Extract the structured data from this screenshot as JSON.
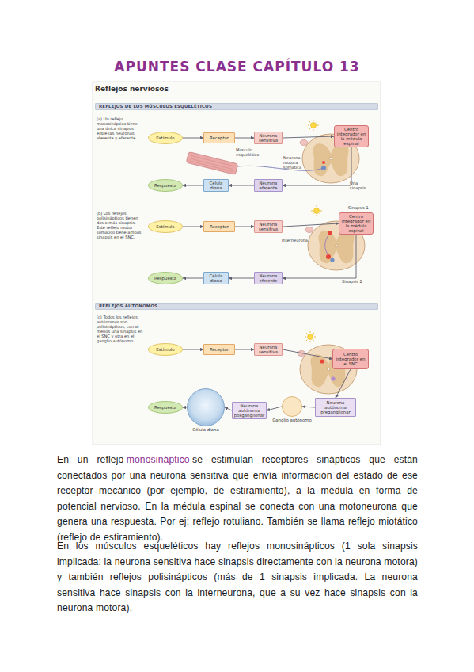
{
  "diagram": {
    "title": "APUNTES CLASE CAPÍTULO 13",
    "nodes": [
      {
        "text": [
          "REFLEJOS DE LOS MÚSCULOS ESQUELÉTICOS"
        ]
      },
      {
        "text": [
          "Estímulo"
        ]
      },
      {
        "text": [
          "Receptor"
        ]
      },
      {
        "text": [
          "Neurona sensitiva"
        ]
      },
      {
        "text": [
          "Centro integrador en la médula espinal"
        ]
      },
      {
        "text": [
          "Respuesta"
        ]
      },
      {
        "text": [
          "Célula diana"
        ]
      },
      {
        "text": [
          "Neurona eferente"
        ]
      },
      {
        "text": [
          "Estímulo"
        ]
      },
      {
        "text": [
          "Receptor"
        ]
      },
      {
        "text": [
          "Neurona sensitiva"
        ]
      },
      {
        "text": [
          "Centro integrador en la médula espinal"
        ]
      },
      {
        "text": [
          "Respuesta"
        ]
      },
      {
        "text": [
          "Célula diana"
        ]
      },
      {
        "text": [
          "Neurona eferente"
        ]
      },
      {
        "text": [
          "REFLEJOS AUTÓNOMOS"
        ]
      },
      {
        "text": [
          "Estímulo"
        ]
      },
      {
        "text": [
          "Receptor"
        ]
      },
      {
        "text": [
          "Neurona sensitiva"
        ]
      },
      {
        "text": [
          "Centro integrador en el SNC"
        ]
      },
      {
        "text": [
          "Neurona autónoma preganglionar"
        ]
      },
      {
        "text": [
          "Ganglio autónomo"
        ]
      },
      {
        "text": [
          "Neurona autónoma posganglionar"
        ]
      },
      {
        "text": [
          "Célula diana"
        ]
      },
      {
        "text": [
          "Respuesta"
        ]
      }
    ],
    "edges": [
      {
        "from": 1,
        "to": 2,
        "arrow": "to"
      },
      {
        "from": 2,
        "to": 3,
        "arrow": "to"
      },
      {
        "from": 3,
        "to": 4,
        "arrow": "to"
      },
      {
        "from": 4,
        "to": 7,
        "arrow": "to"
      },
      {
        "from": 7,
        "to": 6,
        "arrow": "to"
      },
      {
        "from": 6,
        "to": 5,
        "arrow": "to"
      },
      {
        "from": 8,
        "to": 9,
        "arrow": "to"
      },
      {
        "from": 9,
        "to": 10,
        "arrow": "to"
      },
      {
        "from": 10,
        "to": 11,
        "arrow": "to"
      },
      {
        "from": 11,
        "to": 14,
        "arrow": "to"
      },
      {
        "from": 14,
        "to": 13,
        "arrow": "to"
      },
      {
        "from": 13,
        "to": 12,
        "arrow": "to"
      },
      {
        "from": 16,
        "to": 17,
        "arrow": "to"
      },
      {
        "from": 17,
        "to": 18,
        "arrow": "to"
      },
      {
        "from": 18,
        "to": 19,
        "arrow": "to"
      },
      {
        "from": 19,
        "to": 20,
        "arrow": "to"
      },
      {
        "from": 20,
        "to": 21,
        "arrow": "to"
      },
      {
        "from": 21,
        "to": 22,
        "arrow": "to"
      },
      {
        "from": 22,
        "to": 23,
        "arrow": "to"
      },
      {
        "from": 23,
        "to": 24,
        "arrow": "to"
      }
    ],
    "labels": [
      "Reflejos nerviosos",
      "(a) Un reflejo monosináptico tiene una única sinapsis entre las neuronas aferente y eferente.",
      "Músculo esquelético",
      "Neurona motora somática",
      "Una sinapsis",
      "(b) Los reflejos polisinápticos tienen dos o más sinapsis. Este reflejo motor somático tiene ambas sinapsis en el SNC.",
      "Sinapsis 1",
      "Interneurona",
      "Sinapsis 2",
      "(c) Todos los reflejos autónomos son polisinápticos, con al menos una sinapsis en el SNC y otra en el ganglio autónomo.",
      "En un reflejo",
      "monosináptico",
      "se estimulan receptores sinápticos que están conectados por una neurona sensitiva que envía información del estado de ese receptor mecánico (por ejemplo, de estiramiento), a la médula en forma de potencial nervioso. En la médula espinal se conecta con una motoneurona que genera una respuesta. Por ej: reflejo rotuliano. También se llama reflejo miotático (reflejo de estiramiento).",
      "En los músculos esqueléticos hay reflejos monosinápticos (1 sola sinapsis implicada: la neurona sensitiva hace sinapsis directamente con la neurona motora) y también reflejos polisinápticos (más de 1 sinapsis implicada. La neurona sensitiva hace sinapsis con la interneurona, que a su vez hace sinapsis con la neurona motora)."
    ]
  }
}
